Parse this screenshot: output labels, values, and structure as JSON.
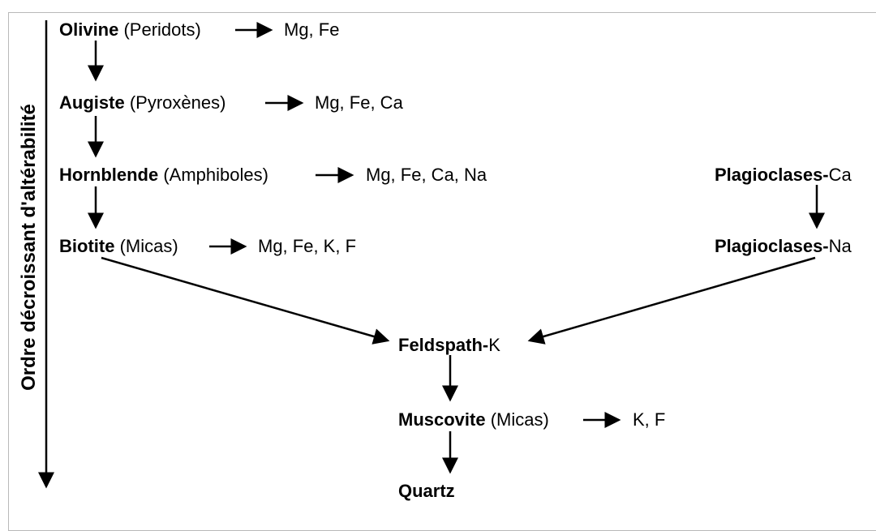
{
  "axis_label": "Ordre décroissant d'altérabilité",
  "minerals": {
    "olivine": {
      "name": "Olivine",
      "group": "(Peridots)",
      "elements": "Mg, Fe"
    },
    "augiste": {
      "name": "Augiste",
      "group": "(Pyroxènes)",
      "elements": "Mg, Fe, Ca"
    },
    "hornblende": {
      "name": "Hornblende",
      "group": "(Amphiboles)",
      "elements": "Mg, Fe, Ca, Na"
    },
    "biotite": {
      "name": "Biotite",
      "group": "(Micas)",
      "elements": "Mg, Fe, K, F"
    },
    "plag_ca": {
      "name": "Plagioclases-",
      "suffix": "Ca"
    },
    "plag_na": {
      "name": "Plagioclases-",
      "suffix": "Na"
    },
    "feldspath": {
      "name": "Feldspath-",
      "suffix": "K"
    },
    "muscovite": {
      "name": "Muscovite",
      "group": "(Micas)",
      "elements": "K, F"
    },
    "quartz": {
      "name": "Quartz"
    }
  }
}
